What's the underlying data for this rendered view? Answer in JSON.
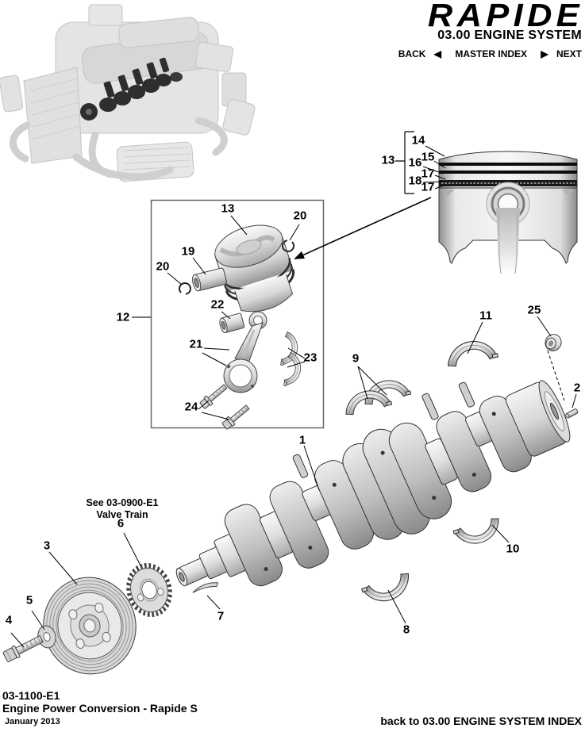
{
  "header": {
    "brand": "RAPIDE",
    "section": "03.00 ENGINE SYSTEM",
    "nav": {
      "back_label": "BACK",
      "back_arrow": "◀",
      "master_index_label": "MASTER INDEX",
      "next_arrow": "▶",
      "next_label": "NEXT"
    }
  },
  "diagram": {
    "note_line1": "See 03-0900-E1",
    "note_line2": "Valve Train",
    "callouts": {
      "c1": "1",
      "c2": "2",
      "c3": "3",
      "c4": "4",
      "c5": "5",
      "c6": "6",
      "c7": "7",
      "c8": "8",
      "c9": "9",
      "c10": "10",
      "c11": "11",
      "c12": "12",
      "c13_box": "13",
      "c13_detail": "13",
      "c14": "14",
      "c15": "15",
      "c16": "16",
      "c17_a": "17",
      "c17_b": "17",
      "c18": "18",
      "c19": "19",
      "c20_a": "20",
      "c20_b": "20",
      "c21": "21",
      "c22": "22",
      "c23": "23",
      "c24": "24",
      "c25": "25"
    }
  },
  "footer": {
    "doc_number": "03-1100-E1",
    "doc_title": "Engine Power Conversion - Rapide S",
    "date": "January 2013",
    "back_link": "back to 03.00 ENGINE SYSTEM INDEX"
  }
}
